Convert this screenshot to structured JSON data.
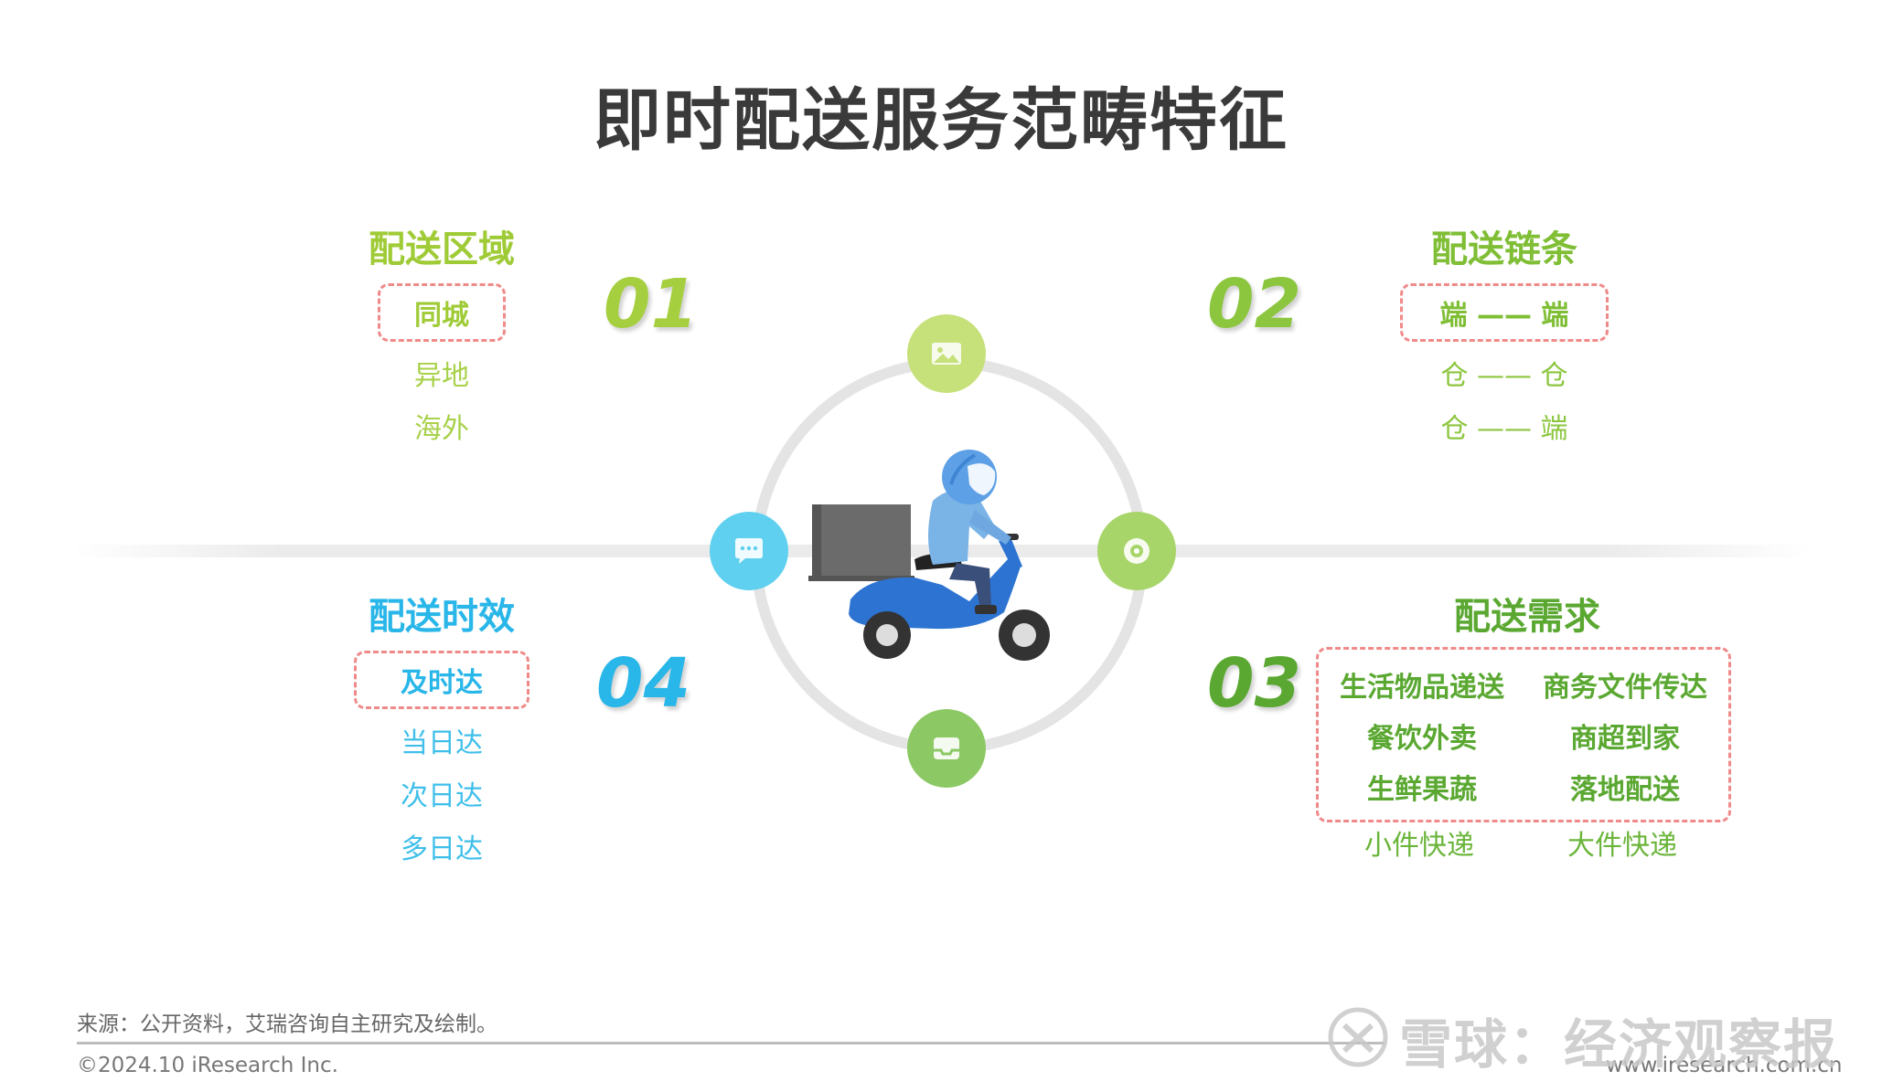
{
  "title": "即时配送服务范畴特征",
  "colors": {
    "green_light": "#8cc63f",
    "green_dark": "#5aa831",
    "blue": "#29b6e8",
    "highlight_border": "#f08a8a",
    "ring": "#e4e4e4"
  },
  "q1": {
    "number": "01",
    "heading": "配送区域",
    "highlight": "同城",
    "items": [
      "异地",
      "海外"
    ]
  },
  "q2": {
    "number": "02",
    "heading": "配送链条",
    "highlight": "端 —— 端",
    "items": [
      "仓 —— 仓",
      "仓 —— 端"
    ]
  },
  "q3": {
    "number": "03",
    "heading": "配送需求",
    "highlight_grid": [
      "生活物品递送",
      "商务文件传达",
      "餐饮外卖",
      "商超到家",
      "生鲜果蔬",
      "落地配送"
    ],
    "items": [
      "小件快递",
      "大件快递"
    ]
  },
  "q4": {
    "number": "04",
    "heading": "配送时效",
    "highlight": "及时达",
    "items": [
      "当日达",
      "次日达",
      "多日达"
    ]
  },
  "icons": {
    "top": "image-icon",
    "right": "camera-icon",
    "bottom": "inbox-icon",
    "left": "chat-icon",
    "center": "delivery-scooter-icon"
  },
  "footer": {
    "source": "来源：公开资料，艾瑞咨询自主研究及绘制。",
    "copyright": "©2024.10 iResearch Inc.",
    "url": "www.iresearch.com.cn",
    "watermark": "雪球：经济观察报"
  }
}
